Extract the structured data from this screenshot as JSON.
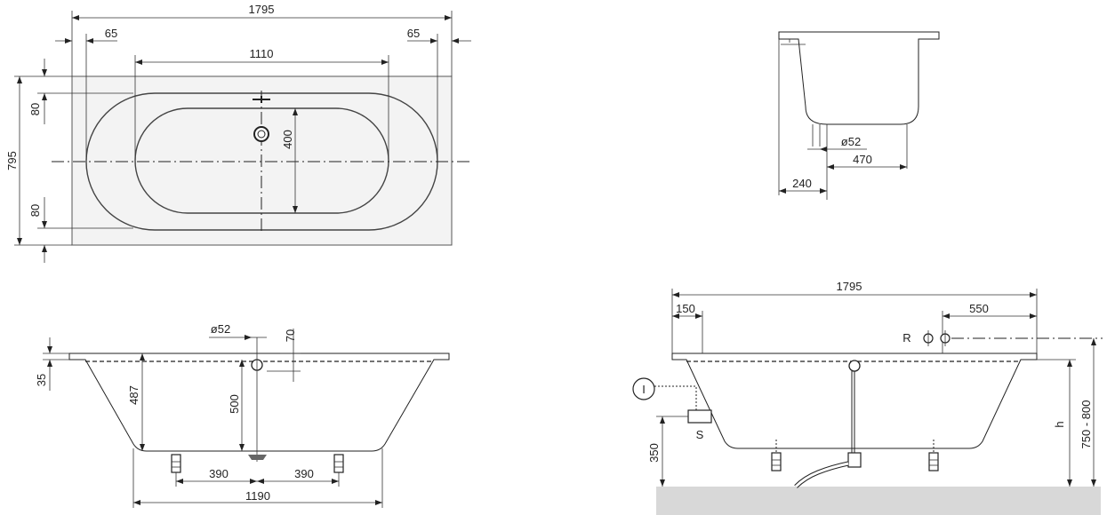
{
  "top_view": {
    "overall_length": "1795",
    "left_rim": "65",
    "right_rim": "65",
    "inner_length": "1110",
    "overall_width": "795",
    "top_offset": "80",
    "bottom_offset": "80",
    "inner_width": "400"
  },
  "end_section": {
    "drain_diameter": "ø52",
    "bottom_width": "470",
    "drain_offset": "240"
  },
  "side_section": {
    "drain_diameter": "ø52",
    "overflow_offset": "70",
    "rim_height": "35",
    "depth": "487",
    "overflow_height": "500",
    "left_foot": "390",
    "right_foot": "390",
    "feet_span": "1190"
  },
  "install_view": {
    "overall_length": "1795",
    "tap_offset": "150",
    "tap_spacing": "550",
    "tap_label": "R",
    "valve_label": "I",
    "box_label": "S",
    "box_height": "350",
    "height_label": "h",
    "total_height": "750 - 800"
  }
}
